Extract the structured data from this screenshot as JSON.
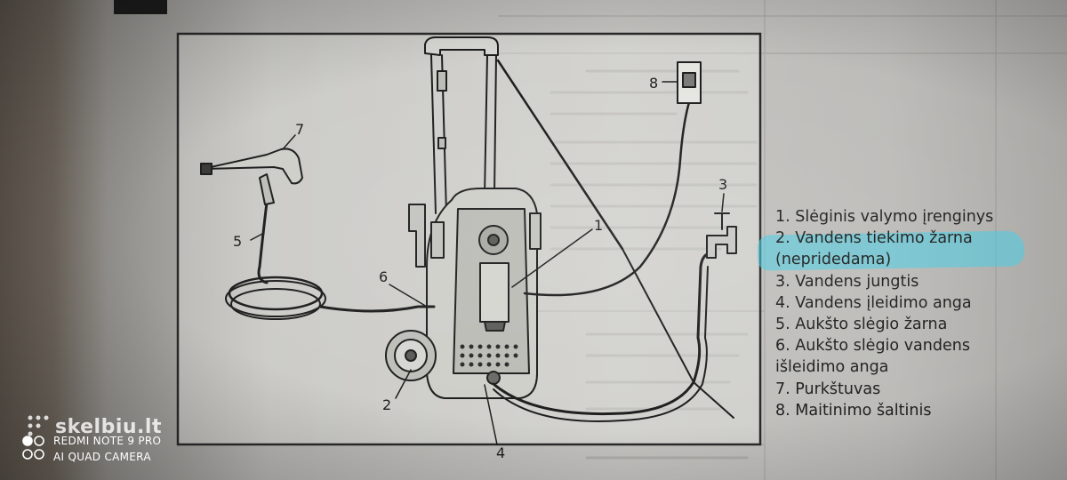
{
  "diagram": {
    "callouts": [
      "1",
      "2",
      "3",
      "4",
      "5",
      "6",
      "7",
      "8"
    ]
  },
  "legend": {
    "items": [
      "1. Slėginis valymo įrenginys",
      "2. Vandens tiekimo žarna",
      "(nepridedama)",
      "3. Vandens jungtis",
      "4. Vandens įleidimo anga",
      "5. Aukšto slėgio žarna",
      "6. Aukšto slėgio vandens",
      "išleidimo anga",
      "7. Purkštuvas",
      "8. Maitinimo šaltinis"
    ],
    "highlight_color": "#46cde6"
  },
  "watermark": {
    "site": "skelbiu.lt",
    "camera_line1": "REDMI NOTE 9 PRO",
    "camera_line2": "AI QUAD CAMERA"
  }
}
